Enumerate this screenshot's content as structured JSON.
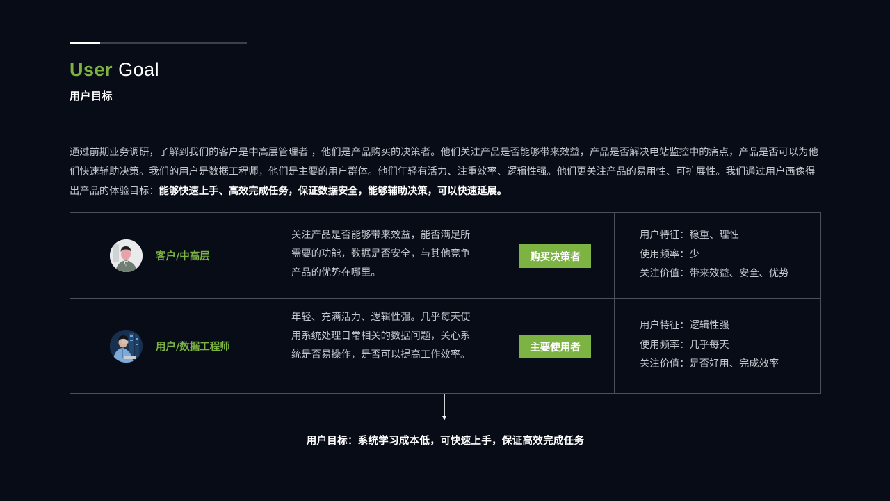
{
  "header": {
    "title_en_highlight": "User",
    "title_en_rest": "Goal",
    "title_cn": "用户目标"
  },
  "intro": {
    "text_plain": "通过前期业务调研，了解到我们的客户是中高层管理者 ，他们是产品购买的决策者。他们关注产品是否能够带来效益，产品是否解决电站监控中的痛点，产品是否可以为他们快速辅助决策。我们的用户是数据工程师，他们是主要的用户群体。他们年轻有活力、注重效率、逻辑性强。他们更关注产品的易用性、可扩展性。我们通过用户画像得出产品的体验目标：",
    "text_strong": "能够快速上手、高效完成任务，保证数据安全，能够辅助决策，可以快速延展。"
  },
  "table": {
    "rows": [
      {
        "persona": "客户/中高层",
        "avatar": "executive-avatar",
        "description": "关注产品是否能够带来效益，能否满足所需要的功能，数据是否安全，与其他竞争产品的优势在哪里。",
        "role_tag": "购买决策者",
        "traits": [
          "用户特征：稳重、理性",
          "使用频率：少",
          "关注价值：带来效益、安全、优势"
        ]
      },
      {
        "persona": "用户/数据工程师",
        "avatar": "engineer-avatar",
        "description": "年轻、充满活力、逻辑性强。几乎每天使用系统处理日常相关的数据问题，关心系统是否易操作，是否可以提高工作效率。",
        "role_tag": "主要使用者",
        "traits": [
          "用户特征：逻辑性强",
          "使用频率：几乎每天",
          "关注价值：是否好用、完成效率"
        ]
      }
    ]
  },
  "goal": {
    "text": "用户目标：系统学习成本低，可快速上手，保证高效完成任务"
  },
  "colors": {
    "background": "#080c16",
    "accent_green": "#7cb342",
    "border": "#4b4f59",
    "text": "#c4c7ce",
    "heading": "#ffffff"
  }
}
